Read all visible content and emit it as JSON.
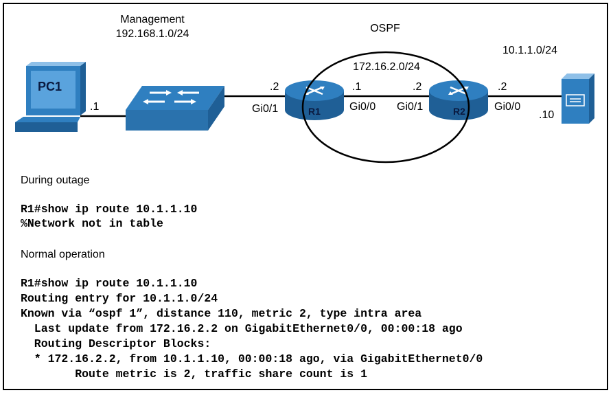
{
  "diagram": {
    "management": {
      "title": "Management",
      "subnet": "192.168.1.0/24"
    },
    "ospf_label": "OSPF",
    "transit_subnet": "172.16.2.0/24",
    "server_subnet": "10.1.1.0/24",
    "pc": {
      "name": "PC1",
      "ip_suffix": ".1"
    },
    "r1": {
      "name": "R1",
      "left_if": "Gi0/1",
      "left_ip": ".2",
      "right_if": "Gi0/0",
      "right_ip": ".1"
    },
    "r2": {
      "name": "R2",
      "left_if": "Gi0/1",
      "left_ip": ".2",
      "right_if": "Gi0/0",
      "right_ip": ".2"
    },
    "server": {
      "ip_suffix": ".10"
    }
  },
  "outage": {
    "heading": "During outage",
    "lines": [
      "R1#show ip route 10.1.1.10",
      "%Network not in table"
    ]
  },
  "normal": {
    "heading": "Normal operation",
    "lines": [
      "R1#show ip route 10.1.1.10",
      "Routing entry for 10.1.1.0/24",
      "Known via “ospf 1”, distance 110, metric 2, type intra area",
      "  Last update from 172.16.2.2 on GigabitEthernet0/0, 00:00:18 ago",
      "  Routing Descriptor Blocks:",
      "  * 172.16.2.2, from 10.1.1.10, 00:00:18 ago, via GigabitEthernet0/0",
      "        Route metric is 2, traffic share count is 1"
    ]
  },
  "colors": {
    "device_blue": "#2f7fc0",
    "device_dark": "#1f5f96",
    "pc_blue": "#3a86c8"
  }
}
